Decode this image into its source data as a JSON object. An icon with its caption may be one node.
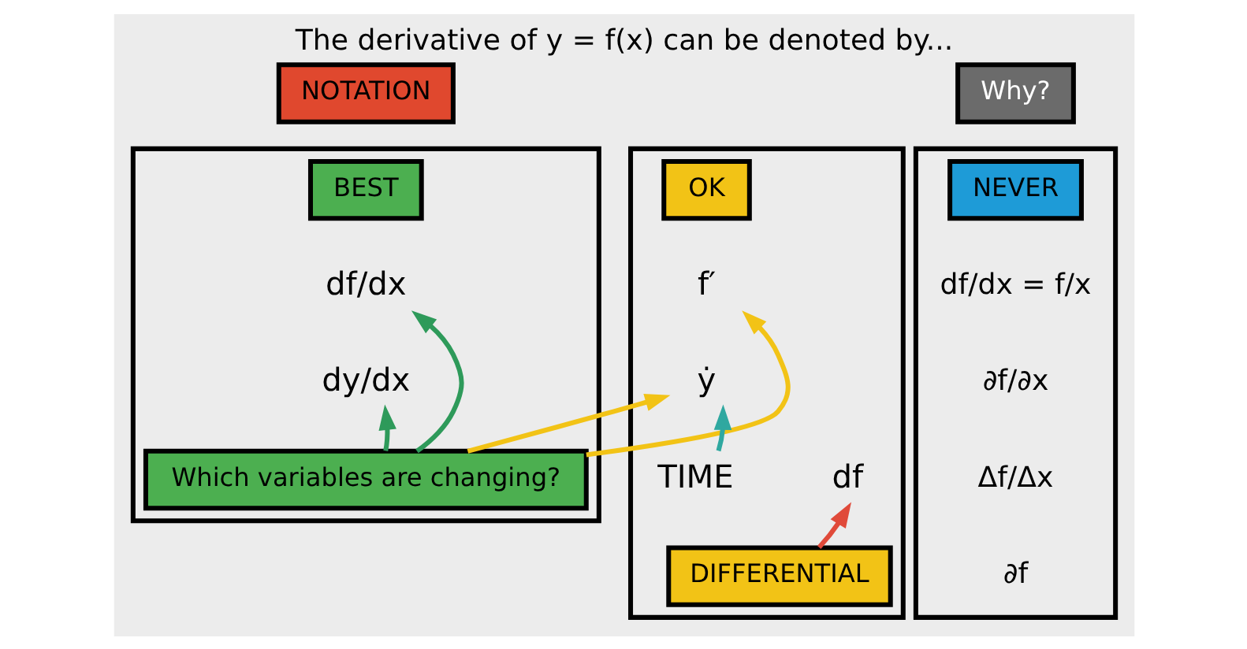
{
  "diagram": {
    "title": "The derivative of y = f(x) can be denoted by...",
    "nodes": [
      {
        "text": [
          "NOTATION"
        ]
      },
      {
        "text": [
          "Why?"
        ]
      },
      {
        "text": [],
        "shape": "box"
      },
      {
        "text": [
          "BEST"
        ],
        "in": 2
      },
      {
        "text": [
          "df/dx"
        ],
        "in": 2
      },
      {
        "text": [
          "dy/dx"
        ],
        "in": 2
      },
      {
        "text": [
          "Which variables are changing?"
        ],
        "in": 2
      },
      {
        "text": [],
        "shape": "box"
      },
      {
        "text": [
          "OK"
        ],
        "in": 7
      },
      {
        "text": [
          "f′"
        ],
        "in": 7
      },
      {
        "text": [
          "ẏ"
        ],
        "in": 7
      },
      {
        "text": [
          "TIME"
        ],
        "in": 7
      },
      {
        "text": [
          "df"
        ],
        "in": 7
      },
      {
        "text": [
          "DIFFERENTIAL"
        ],
        "in": 7
      },
      {
        "text": [],
        "shape": "box"
      },
      {
        "text": [
          "NEVER"
        ],
        "in": 14
      }
    ],
    "edges": [
      {
        "from": 6,
        "to": 4,
        "arrow": "to",
        "color": "#2e9a5a"
      },
      {
        "from": 6,
        "to": 5,
        "arrow": "to",
        "color": "#2e9a5a"
      },
      {
        "from": 6,
        "to": 9,
        "arrow": "to",
        "color": "#f2c316"
      },
      {
        "from": 6,
        "to": 10,
        "arrow": "to",
        "color": "#f2c316"
      },
      {
        "from": 11,
        "to": 10,
        "arrow": "to",
        "color": "#2fa8a0"
      },
      {
        "from": 13,
        "to": 12,
        "arrow": "to",
        "color": "#e04a3a"
      }
    ],
    "labels": [
      "df/dx = f/x",
      "∂f/∂x",
      "Δf/Δx",
      "∂f"
    ]
  }
}
